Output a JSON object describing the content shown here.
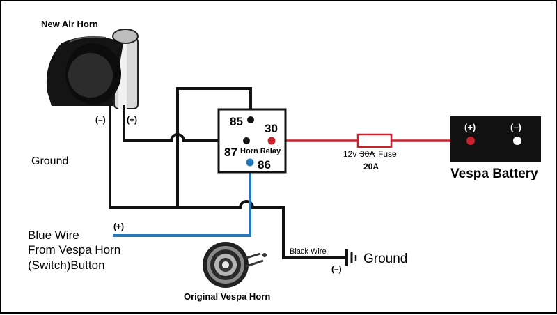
{
  "diagram": {
    "new_air_horn": "New Air Horn",
    "air_horn_neg": "(–)",
    "air_horn_pos": "(+)",
    "ground_left": "Ground",
    "relay": {
      "pin85": "85",
      "pin30": "30",
      "pin87": "87",
      "pin86": "86",
      "label": "Horn Relay"
    },
    "fuse": {
      "label_prefix": "12v",
      "struck_value": "30A",
      "label_suffix": "Fuse",
      "corrected_value": "20A"
    },
    "battery": {
      "pos": "(+)",
      "neg": "(–)",
      "label": "Vespa Battery"
    },
    "blue_wire": {
      "polarity": "(+)",
      "line1": "Blue Wire",
      "line2": "From Vespa Horn",
      "line3": "(Switch)Button"
    },
    "black_wire": "Black Wire",
    "ground_neg": "(–)",
    "ground_right": "Ground",
    "original_horn": "Original Vespa Horn"
  },
  "colors": {
    "black_wire": "#111111",
    "red_wire": "#c8202c",
    "blue_wire": "#2478b8",
    "fuse_fill": "#ffffff"
  }
}
